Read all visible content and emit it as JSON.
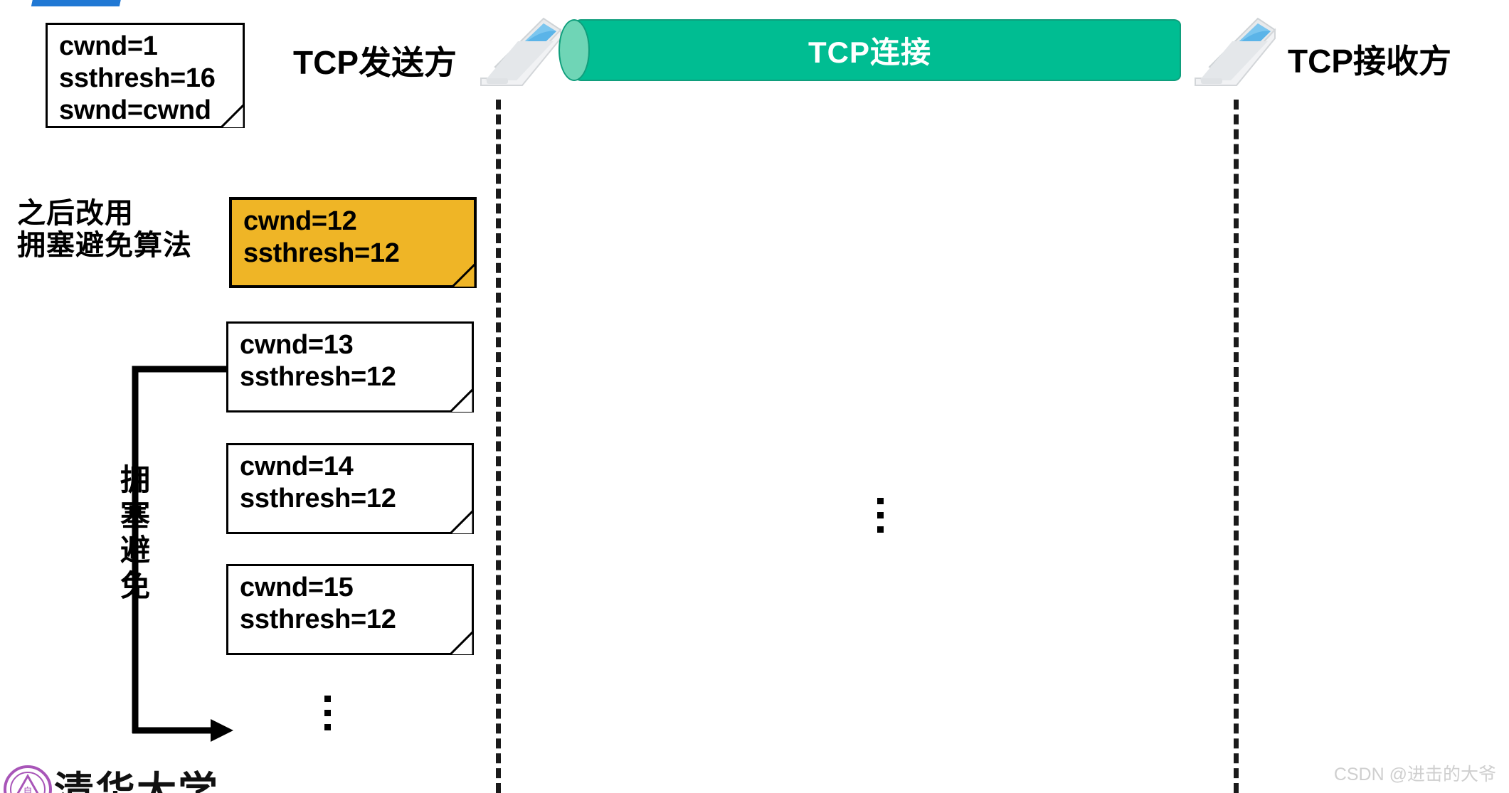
{
  "diagram": {
    "title_bar_color": "#2078d4",
    "sender_label": "TCP发送方",
    "receiver_label": "TCP接收方",
    "connection_label": "TCP连接",
    "connection_color": "#00bd92"
  },
  "labels": {
    "switch_to_ca": "之后改用\n拥塞避免算法",
    "congestion_avoidance_vertical": "拥塞避免"
  },
  "notes": [
    {
      "name": "note-initial",
      "highlight": false,
      "lines": [
        "cwnd=1",
        "ssthresh=16",
        "swnd=cwnd"
      ]
    },
    {
      "name": "note-cwnd-12",
      "highlight": true,
      "highlight_color": "#efb526",
      "lines": [
        "cwnd=12",
        "ssthresh=12"
      ]
    },
    {
      "name": "note-cwnd-13",
      "highlight": false,
      "lines": [
        "cwnd=13",
        "ssthresh=12"
      ]
    },
    {
      "name": "note-cwnd-14",
      "highlight": false,
      "lines": [
        "cwnd=14",
        "ssthresh=12"
      ]
    },
    {
      "name": "note-cwnd-15",
      "highlight": false,
      "lines": [
        "cwnd=15",
        "ssthresh=12"
      ]
    }
  ],
  "ellipsis": {
    "glyph": "⋮"
  },
  "watermark": {
    "csdn": "CSDN @进击的大爷",
    "calligraphy": "清华大学"
  }
}
